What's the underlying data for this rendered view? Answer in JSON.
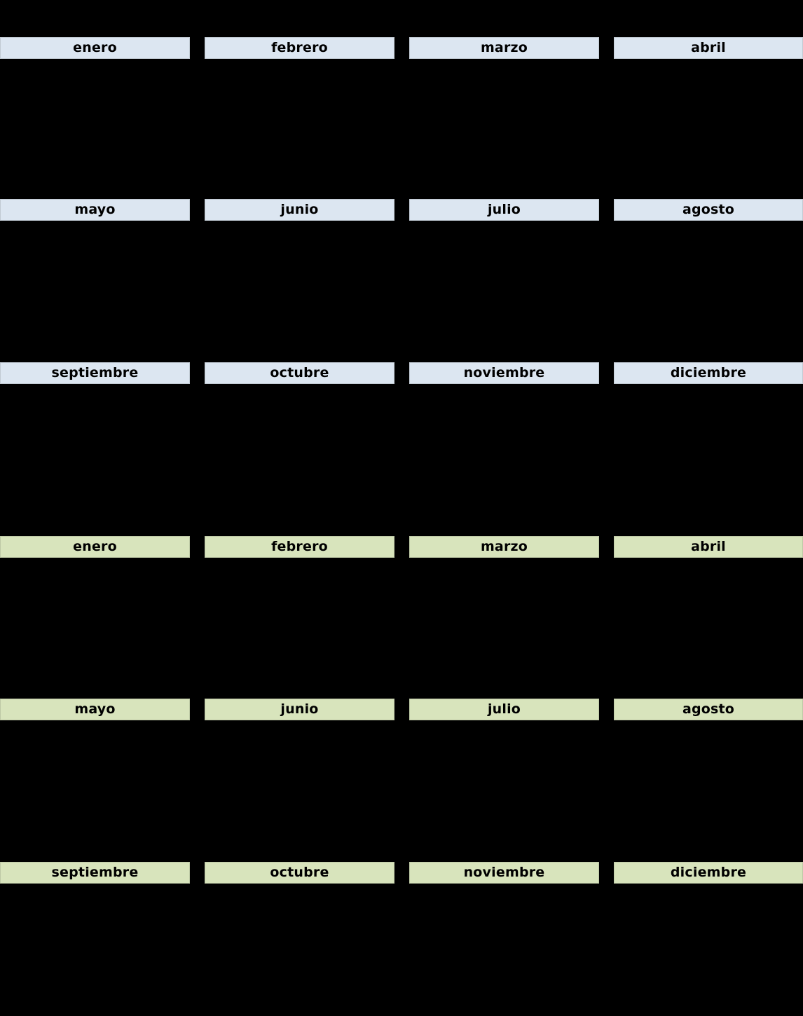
{
  "background_color": "#000000",
  "text_color": "#000000",
  "calendar_sets": [
    {
      "name": "calendar-year-1",
      "header_fill": "#dce6f1",
      "months": [
        "enero",
        "febrero",
        "marzo",
        "abril",
        "mayo",
        "junio",
        "julio",
        "agosto",
        "septiembre",
        "octubre",
        "noviembre",
        "diciembre"
      ]
    },
    {
      "name": "calendar-year-2",
      "header_fill": "#d8e4bc",
      "months": [
        "enero",
        "febrero",
        "marzo",
        "abril",
        "mayo",
        "junio",
        "julio",
        "agosto",
        "septiembre",
        "octubre",
        "noviembre",
        "diciembre"
      ]
    }
  ]
}
